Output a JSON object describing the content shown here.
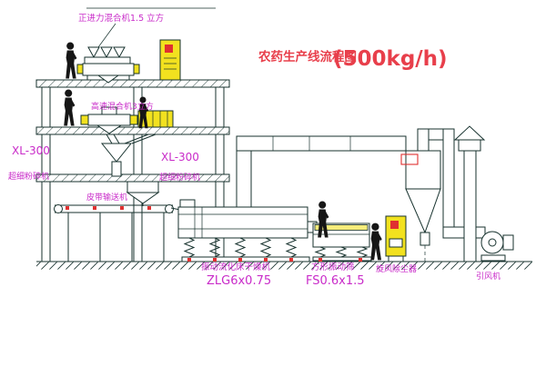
{
  "title": {
    "name": "农药生产线流程图",
    "capacity": "(500kg/h)"
  },
  "labels": {
    "top_mixer": "正进力混合机1.5 立方",
    "high_speed_mixer": "高速混合机3立方",
    "mill_left": {
      "model": "XL-300",
      "name": "超细粉碎机"
    },
    "mill_right": {
      "model": "XL-300",
      "name": "超细粉碎机"
    },
    "belt_conveyor": "皮带输送机",
    "dryer": {
      "name": "振动流化床干燥机",
      "model": "ZLG6x0.75"
    },
    "screen": {
      "name": "方形振动筛",
      "model": "FS0.6x1.5"
    },
    "cyclone": "旋风除尘器",
    "fan": "引风机"
  },
  "colors": {
    "line": "#17322e",
    "label_magenta": "#c92bc9",
    "title_red": "#e83f4b",
    "equipment_yellow": "#f2e11f",
    "accent_red": "#e03030"
  }
}
